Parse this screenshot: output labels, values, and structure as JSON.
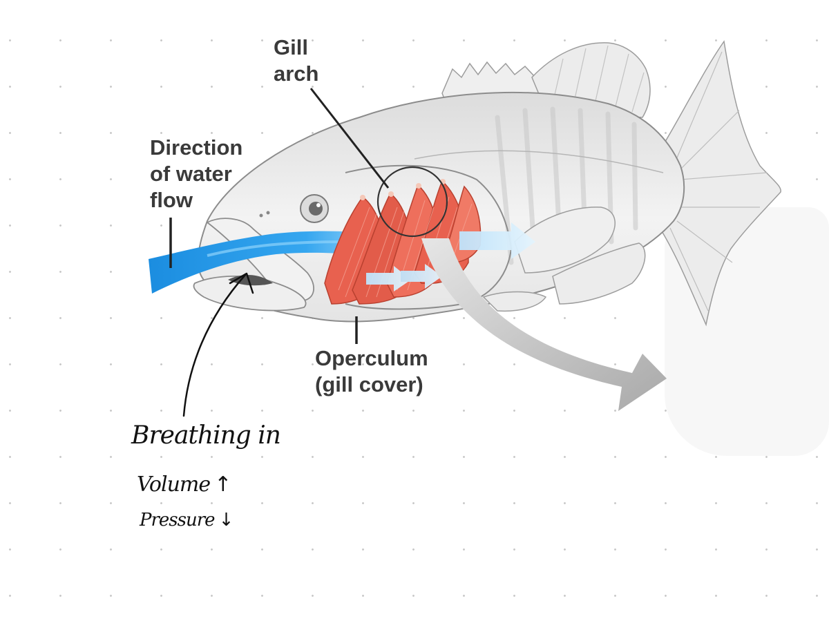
{
  "labels": {
    "gill_arch": [
      "Gill",
      "arch"
    ],
    "water_flow": [
      "Direction",
      "of water",
      "flow"
    ],
    "operculum": [
      "Operculum",
      "(gill cover)"
    ]
  },
  "annotations": {
    "breathing": "Breathing in",
    "volume": "Volume",
    "volume_arrow": "↑",
    "pressure": "Pressure",
    "pressure_arrow": "↓"
  },
  "colors": {
    "water_flow": "#1a8fe0",
    "gill_filaments": "#e8614f",
    "fish_body": "#e9e9e9",
    "exit_arrow": "#bdbdbd",
    "label_text": "#3a3a3a",
    "handwriting": "#111111"
  }
}
